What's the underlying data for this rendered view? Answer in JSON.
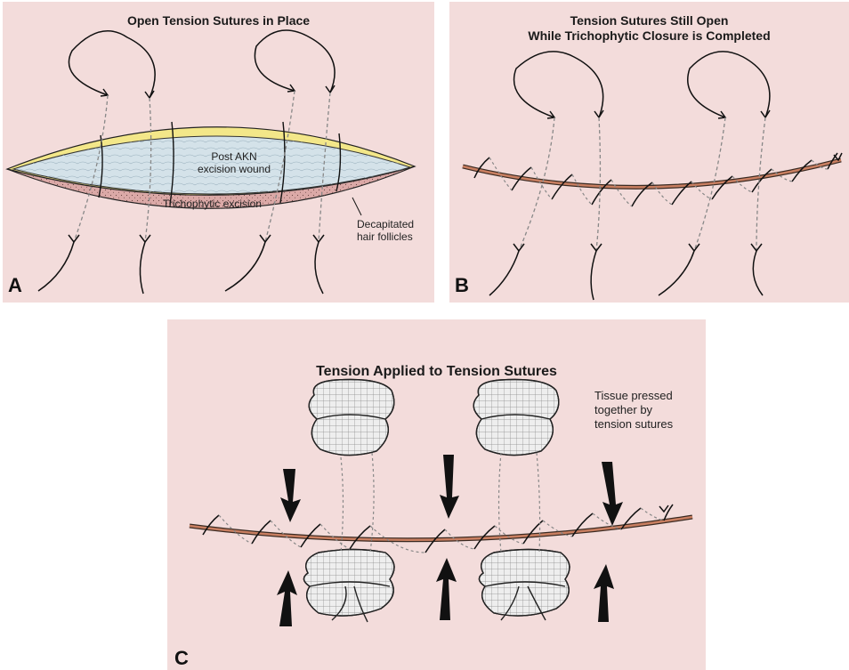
{
  "panel_a": {
    "title": "Open Tension Sutures in Place",
    "letter": "A",
    "wound_label_line1": "Post AKN",
    "wound_label_line2": "excision wound",
    "band_label": "Trichophytic excision",
    "follicle_label_line1": "Decapitated",
    "follicle_label_line2": "hair follicles"
  },
  "panel_b": {
    "title_line1": "Tension Sutures Still Open",
    "title_line2": "While Trichophytic Closure is Completed",
    "letter": "B"
  },
  "panel_c": {
    "title": "Tension Applied to Tension Sutures",
    "letter": "C",
    "note_line1": "Tissue pressed",
    "note_line2": "together by",
    "note_line3": "tension sutures"
  },
  "colors": {
    "background": "#f3dcdb",
    "yellow_band": "#f3e789",
    "pink_band": "#dba9a7",
    "wound": "#d4e2e9",
    "incision_line": "#c97f61",
    "bolster": "#eeeeee"
  },
  "icons": [
    "suture-loop-icon",
    "arrow-icon",
    "bolster-icon"
  ]
}
